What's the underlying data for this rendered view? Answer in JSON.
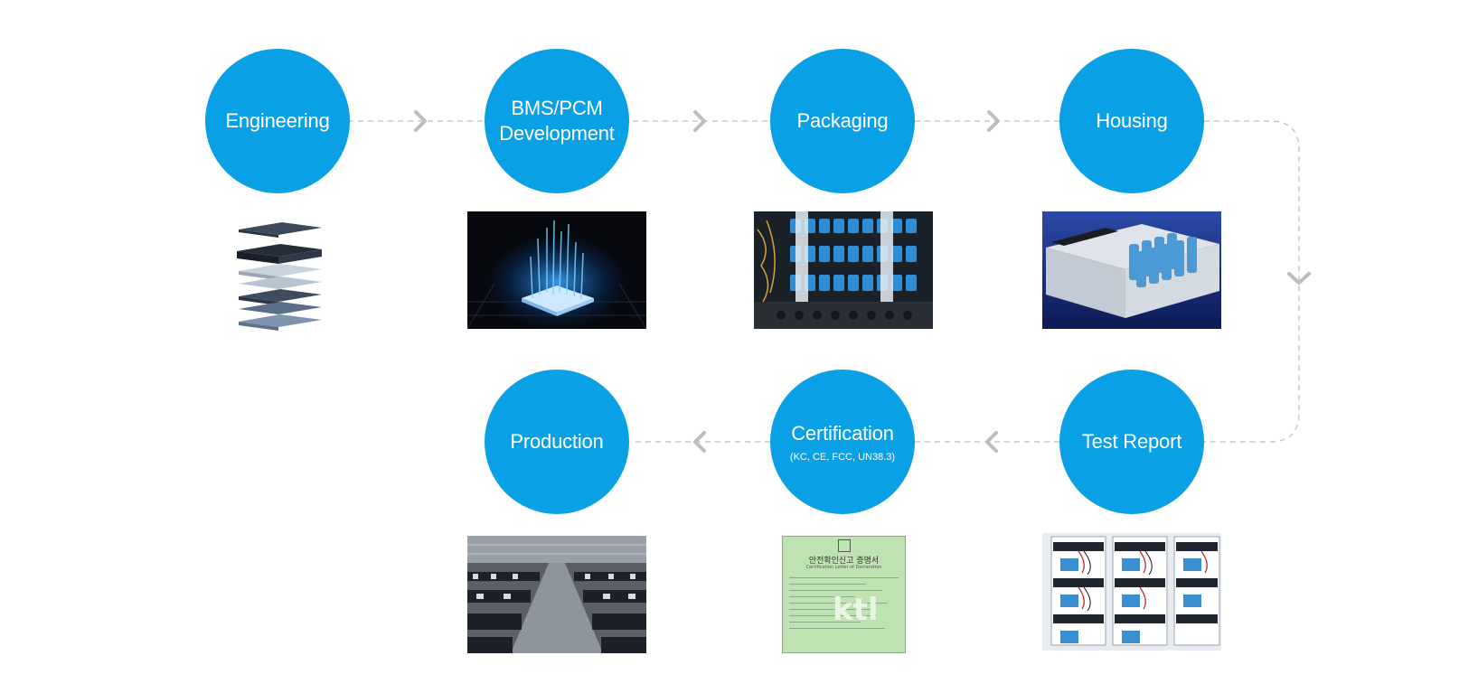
{
  "steps": {
    "engineering": {
      "label": "Engineering"
    },
    "bms_pcm": {
      "label_line1": "BMS/PCM",
      "label_line2": "Development"
    },
    "packaging": {
      "label": "Packaging"
    },
    "housing": {
      "label": "Housing"
    },
    "test_report": {
      "label": "Test Report"
    },
    "certification": {
      "label": "Certification",
      "sublabel": "(KC, CE, FCC, UN38.3)"
    },
    "production": {
      "label": "Production"
    }
  },
  "certificate": {
    "title": "안전확인신고 증명서",
    "subtitle": "Certification Letter of Declaration",
    "logo": "ktl"
  },
  "colors": {
    "circle": "#0aa0e6",
    "line": "#c9c9c9",
    "arrow": "#bdbdbd"
  }
}
